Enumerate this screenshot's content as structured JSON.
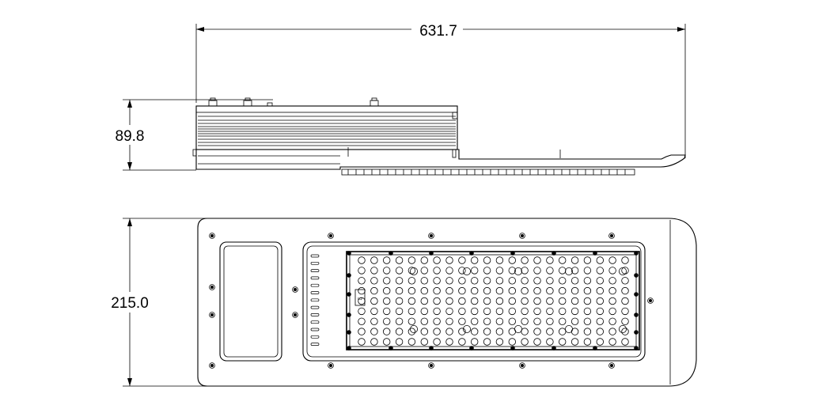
{
  "dimensions": {
    "overall_length": "631.7",
    "side_height": "89.8",
    "width": "215.0"
  },
  "colors": {
    "line": "#000000",
    "background": "#ffffff"
  }
}
